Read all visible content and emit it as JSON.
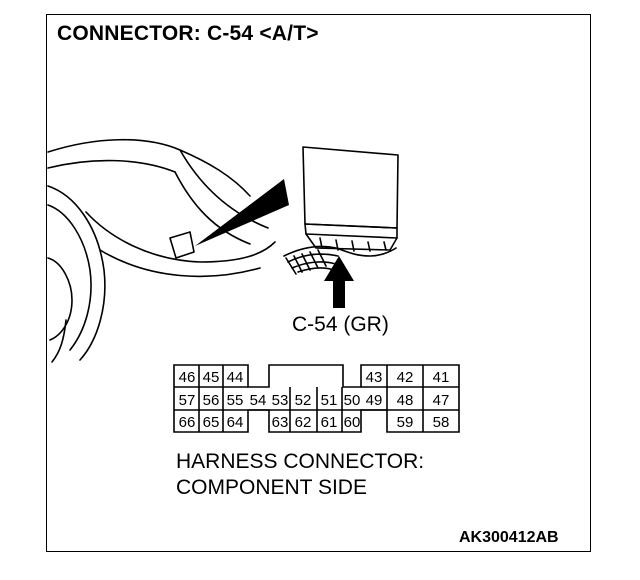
{
  "diagram": {
    "title": "CONNECTOR: C-54 <A/T>",
    "connector_label": "C-54 (GR)",
    "caption_line1": "HARNESS CONNECTOR:",
    "caption_line2": "COMPONENT SIDE",
    "figure_code": "AK300412AB"
  },
  "pins": {
    "row1_left": [
      "46",
      "45",
      "44"
    ],
    "row1_right": [
      "43",
      "42",
      "41"
    ],
    "row2": [
      "57",
      "56",
      "55",
      "54",
      "53",
      "52",
      "51",
      "50",
      "49",
      "48",
      "47"
    ],
    "row3_left": [
      "66",
      "65",
      "64"
    ],
    "row3_mid": [
      "63",
      "62",
      "61",
      "60"
    ],
    "row3_right": [
      "59",
      "58"
    ]
  }
}
